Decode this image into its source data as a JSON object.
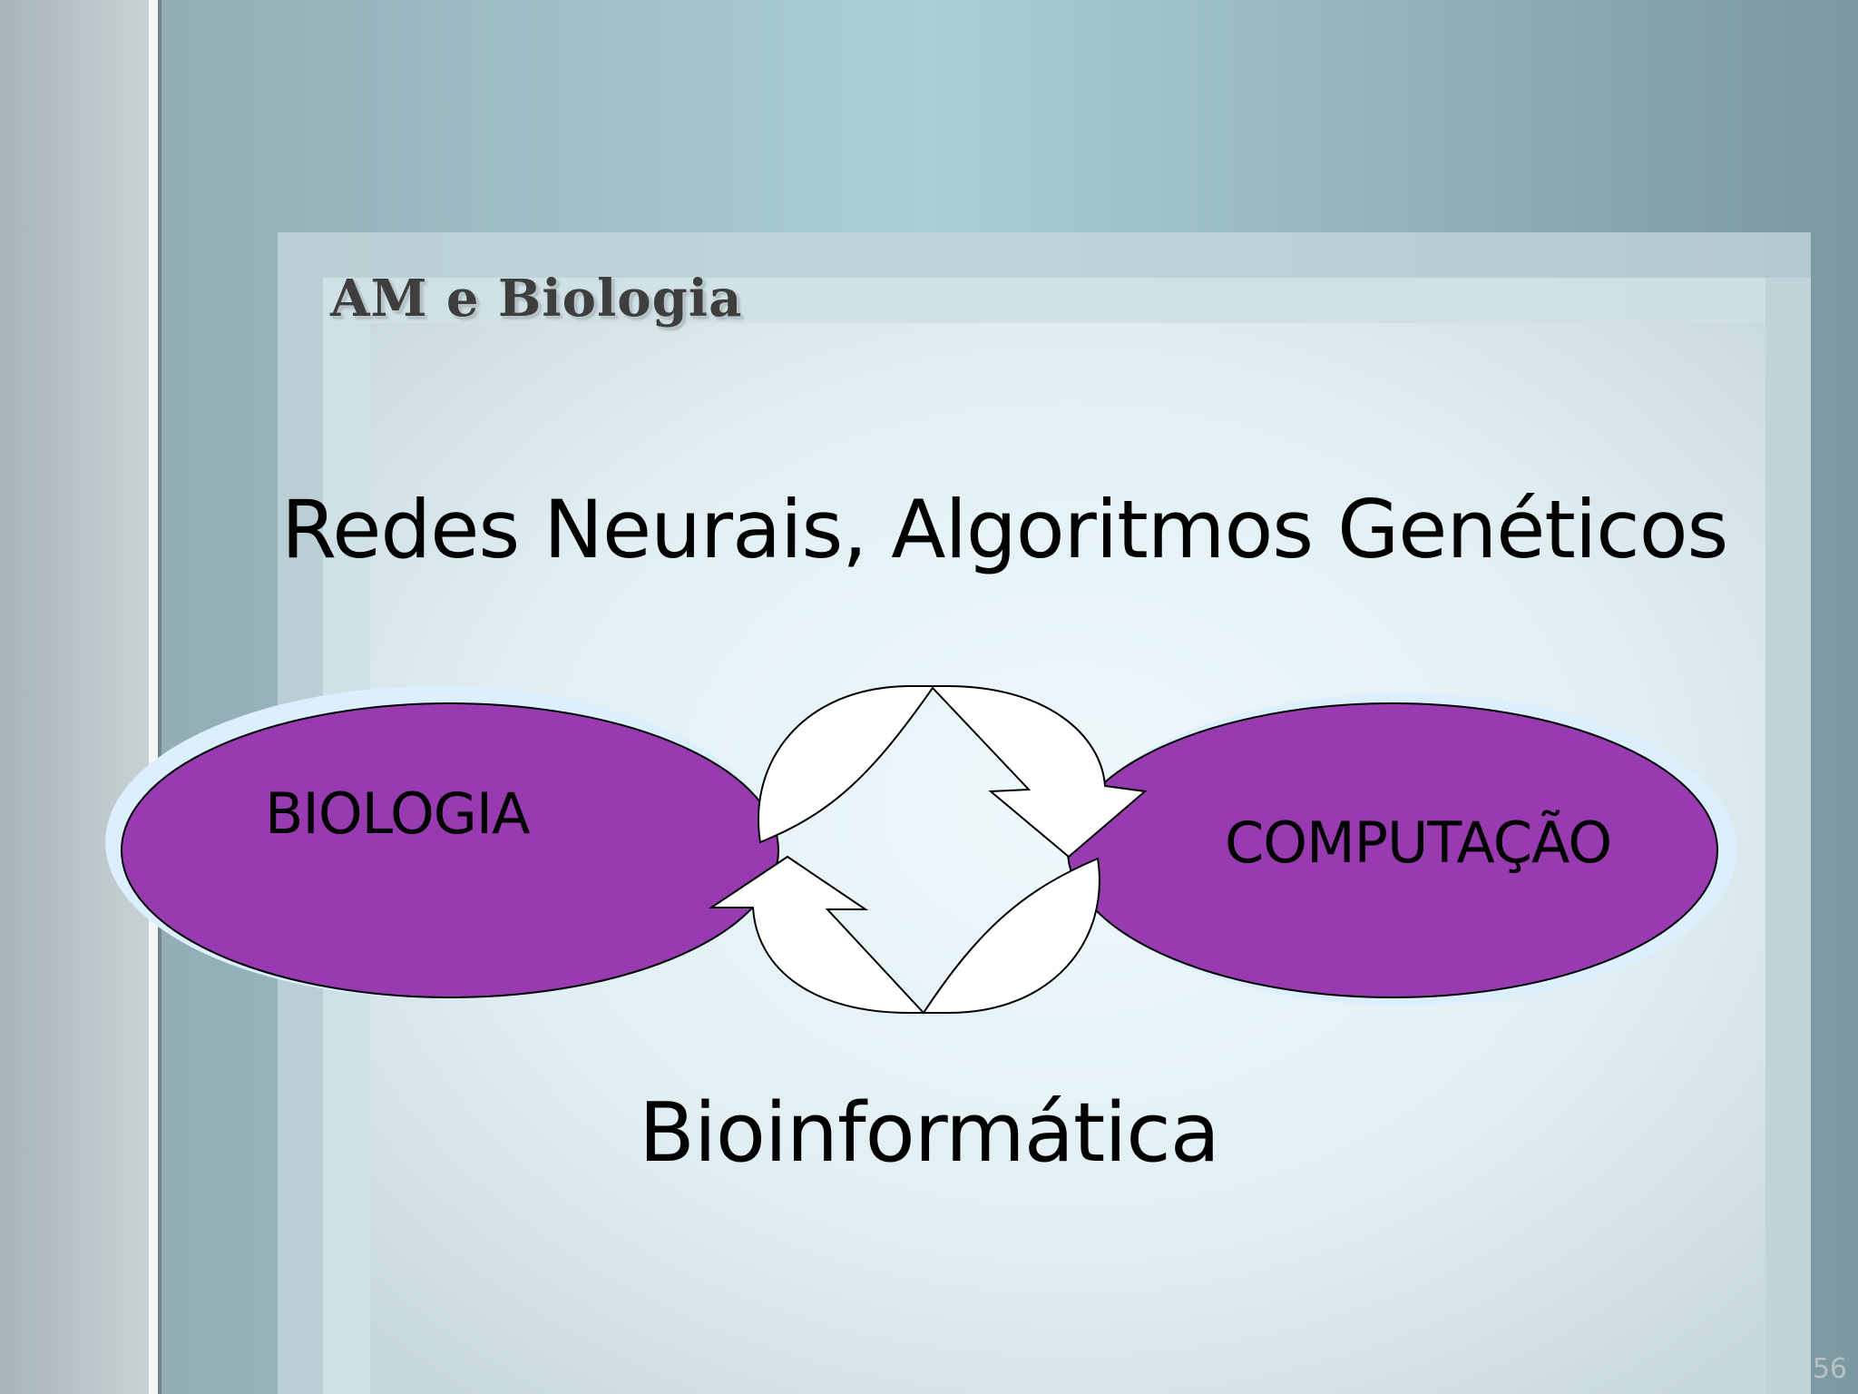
{
  "slide": {
    "title": "AM e Biologia",
    "subtitle": "Redes Neurais, Algoritmos Genéticos",
    "footer": "Bioinformática",
    "page_number": "56"
  },
  "diagram": {
    "nodes": [
      {
        "id": "left",
        "label": "BIOLOGIA"
      },
      {
        "id": "right",
        "label": "COMPUTAÇÃO"
      }
    ],
    "connector": "circular-arrows",
    "colors": {
      "node_fill": "#993bb0",
      "node_glow": "#dcefff",
      "arrow_fill": "#ffffff",
      "stroke": "#000000"
    }
  }
}
